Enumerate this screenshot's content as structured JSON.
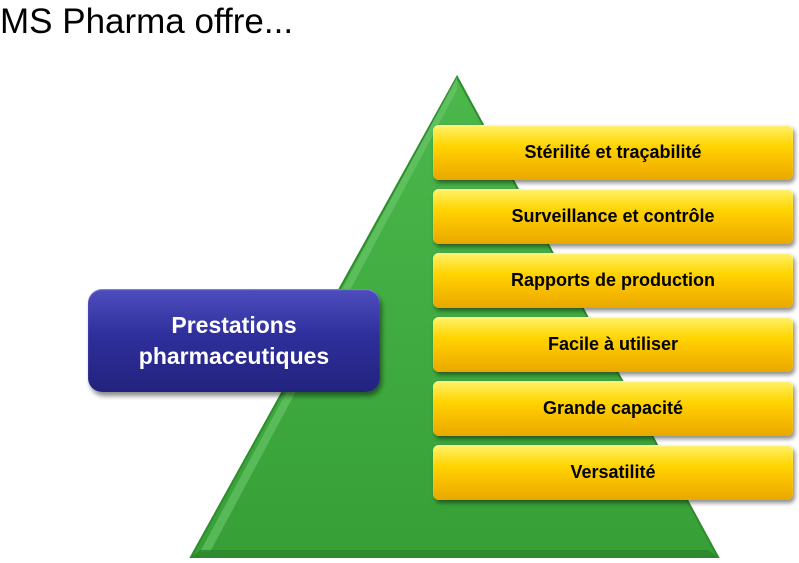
{
  "title": "MS Pharma offre...",
  "colors": {
    "pyramid_fill": "#3aa43a",
    "pyramid_edge": "#2e8b2e",
    "center_box": "#2f2f9c",
    "item_fill": "#ffd400",
    "item_text": "#000000"
  },
  "center": {
    "line1": "Prestations",
    "line2": "pharmaceutiques"
  },
  "items": [
    {
      "label": "Stérilité et traçabilité"
    },
    {
      "label": "Surveillance et contrôle"
    },
    {
      "label": "Rapports de production"
    },
    {
      "label": "Facile à utiliser"
    },
    {
      "label": "Grande capacité"
    },
    {
      "label": "Versatilité"
    }
  ]
}
